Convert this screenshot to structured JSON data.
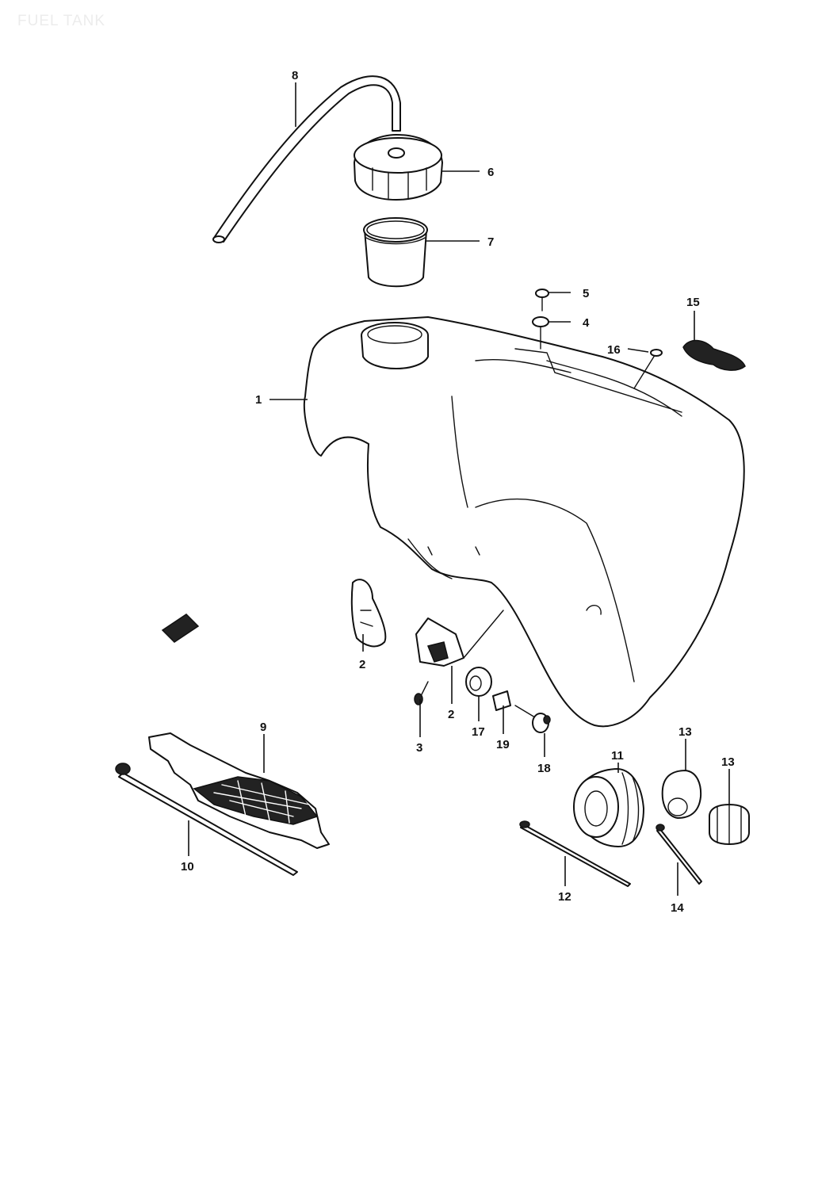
{
  "header": {
    "title": "FUEL TANK"
  },
  "callouts": [
    {
      "id": "c1",
      "text": "1"
    },
    {
      "id": "c2a",
      "text": "2"
    },
    {
      "id": "c2b",
      "text": "2"
    },
    {
      "id": "c3",
      "text": "3"
    },
    {
      "id": "c4",
      "text": "4"
    },
    {
      "id": "c5",
      "text": "5"
    },
    {
      "id": "c6",
      "text": "6"
    },
    {
      "id": "c7",
      "text": "7"
    },
    {
      "id": "c8",
      "text": "8"
    },
    {
      "id": "c9",
      "text": "9"
    },
    {
      "id": "c10",
      "text": "10"
    },
    {
      "id": "c11",
      "text": "11"
    },
    {
      "id": "c12",
      "text": "12"
    },
    {
      "id": "c13a",
      "text": "13"
    },
    {
      "id": "c13b",
      "text": "13"
    },
    {
      "id": "c14",
      "text": "14"
    },
    {
      "id": "c15",
      "text": "15"
    },
    {
      "id": "c16",
      "text": "16"
    },
    {
      "id": "c17",
      "text": "17"
    },
    {
      "id": "c18",
      "text": "18"
    },
    {
      "id": "c19",
      "text": "19"
    }
  ]
}
